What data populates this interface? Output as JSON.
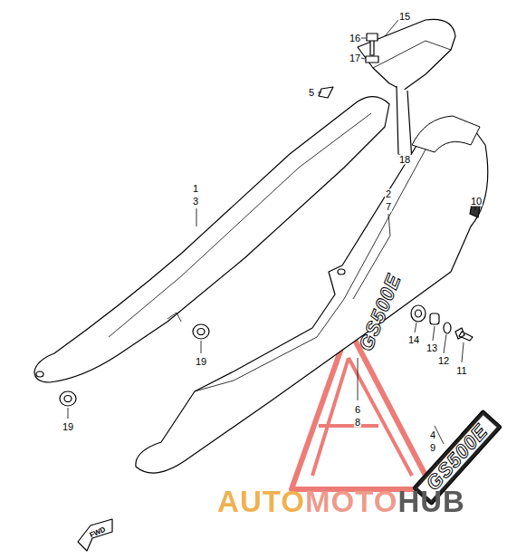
{
  "diagram": {
    "labels": [
      "16",
      "17",
      "15",
      "5",
      "18",
      "1",
      "3",
      "2",
      "7",
      "10",
      "19",
      "14",
      "13",
      "12",
      "11",
      "19",
      "6",
      "8",
      "4",
      "9",
      "GS500E",
      "GS500E",
      "FWD",
      "AUTOMOTOHUB"
    ]
  }
}
